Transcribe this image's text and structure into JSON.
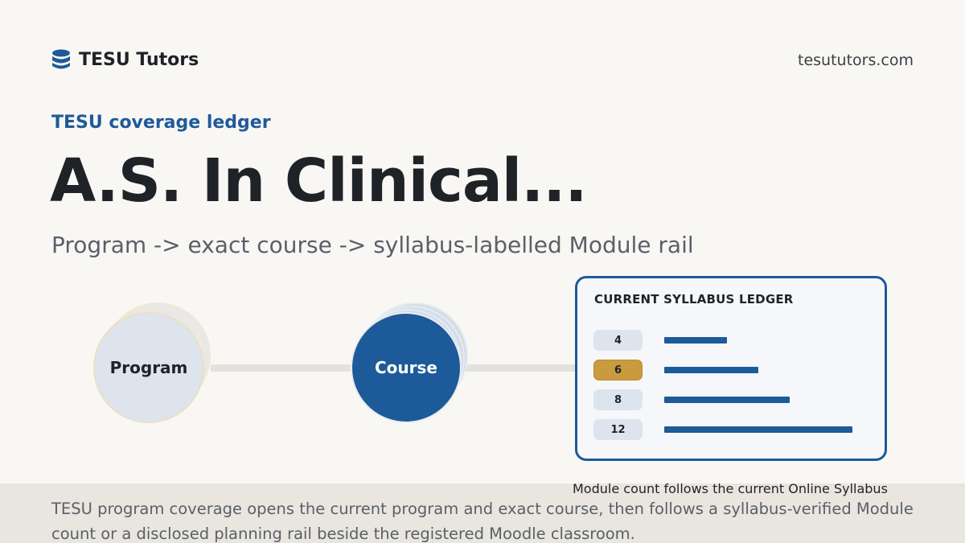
{
  "header": {
    "brand_name": "TESU Tutors",
    "brand_icon": "database-stack-icon",
    "site_url": "tesututors.com"
  },
  "hero": {
    "eyebrow": "TESU coverage ledger",
    "title": "A.S. In Clinical...",
    "subtitle": "Program -> exact course -> syllabus-labelled Module rail"
  },
  "flow": {
    "nodes": [
      {
        "label": "Program"
      },
      {
        "label": "Course"
      }
    ]
  },
  "ledger": {
    "title": "CURRENT SYLLABUS LEDGER",
    "rows": [
      {
        "label": "4",
        "value": 4
      },
      {
        "label": "6",
        "value": 6,
        "highlighted": true
      },
      {
        "label": "8",
        "value": 8
      },
      {
        "label": "12",
        "value": 12
      }
    ],
    "caption": "Module count follows the current Online Syllabus"
  },
  "footer": {
    "text": "TESU program coverage opens the current program and exact course, then follows a syllabus-verified Module count or a disclosed planning rail beside the registered Moodle classroom."
  },
  "colors": {
    "background": "#f8f7f4",
    "accent_blue": "#1d5a99",
    "highlight_gold": "#c99a3e",
    "footer_band": "#e9e6df"
  }
}
